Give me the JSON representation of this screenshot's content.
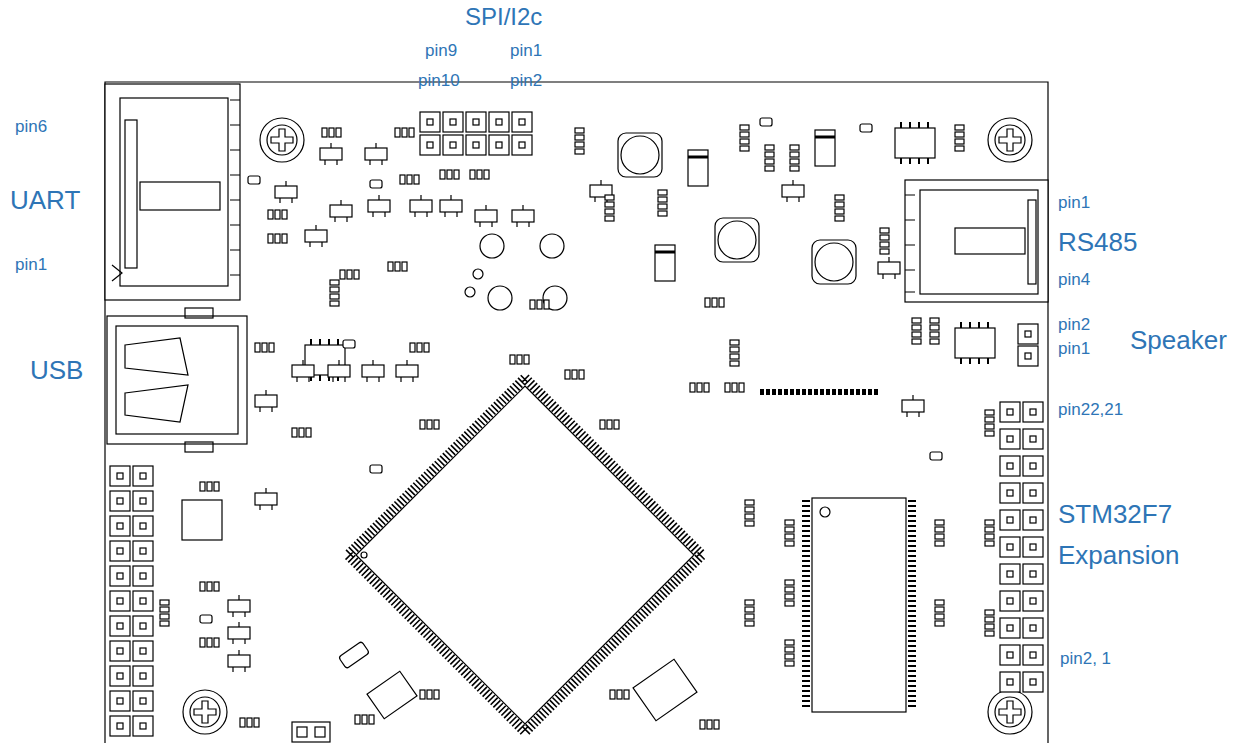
{
  "diagram": {
    "labels": [
      "SPI/I2c",
      "pin9",
      "pin1",
      "pin10",
      "pin2",
      "pin6",
      "UART",
      "pin1",
      "USB",
      "pin1",
      "RS485",
      "pin4",
      "pin2",
      "pin1",
      "Speaker",
      "pin22,21",
      "STM32F7",
      "Expansion",
      "pin2, 1"
    ]
  }
}
